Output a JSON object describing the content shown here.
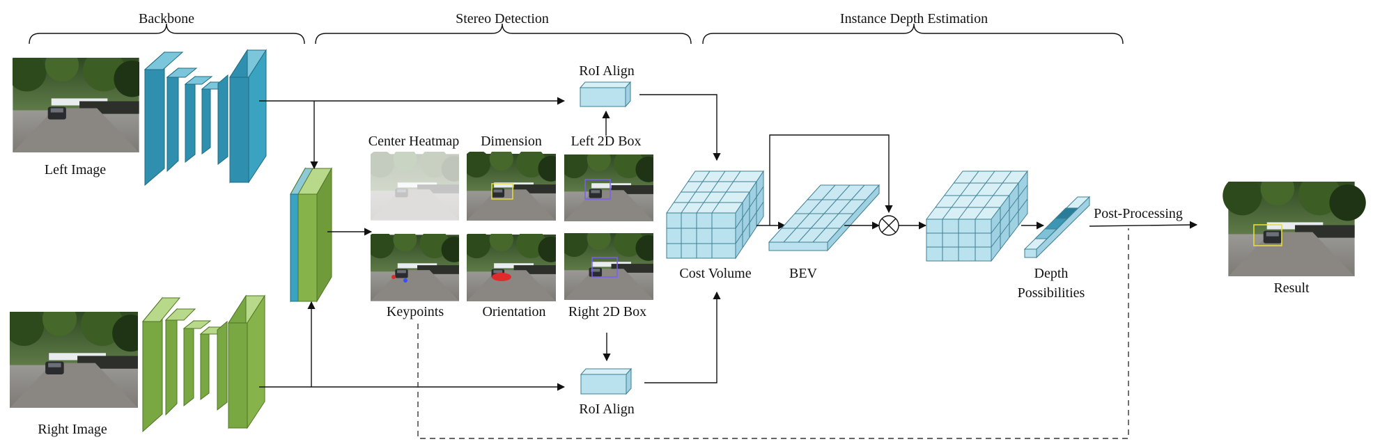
{
  "sections": {
    "backbone": "Backbone",
    "stereo_detection": "Stereo Detection",
    "instance_depth": "Instance Depth Estimation"
  },
  "inputs": {
    "left_image": "Left Image",
    "right_image": "Right Image"
  },
  "heads": {
    "center_heatmap": "Center Heatmap",
    "dimension": "Dimension",
    "left_2d_box": "Left 2D Box",
    "keypoints": "Keypoints",
    "orientation": "Orientation",
    "right_2d_box": "Right 2D Box"
  },
  "ops": {
    "roi_align_top": "RoI Align",
    "roi_align_bottom": "RoI Align",
    "cost_volume": "Cost Volume",
    "bev": "BEV",
    "depth_line1": "Depth",
    "depth_line2": "Possibilities",
    "post_processing": "Post-Processing",
    "result": "Result"
  },
  "colors": {
    "left_backbone": "#3aa3c1",
    "right_backbone": "#86b44a",
    "volume_fill": "#b9e1ee",
    "volume_edge": "#3d7f93",
    "photo_sky": "#6f8a5a",
    "photo_road": "#8d8a86"
  }
}
